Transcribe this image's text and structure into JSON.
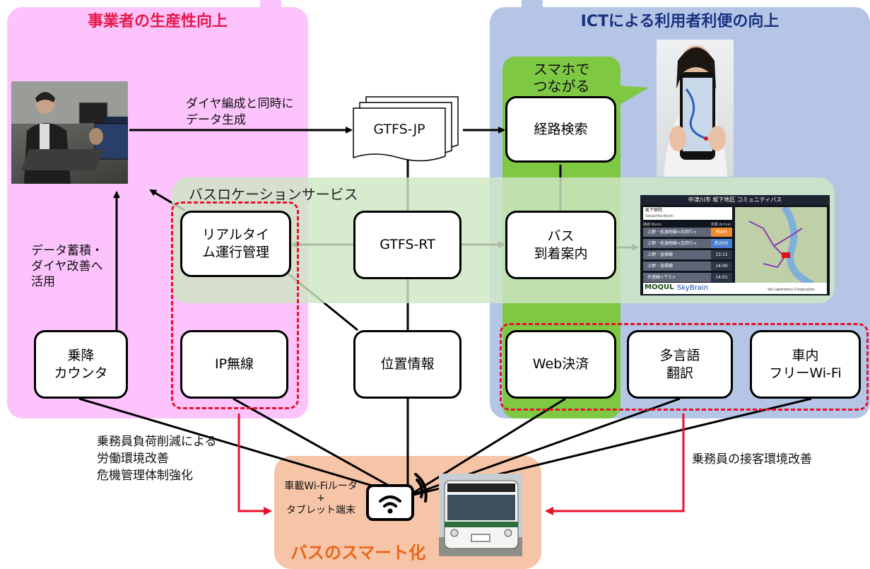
{
  "left_panel": {
    "title": "事業者の生産性向上"
  },
  "right_panel": {
    "title": "ICTによる利用者利便の向上"
  },
  "green_bubble": {
    "line1": "スマホで",
    "line2": "つながる"
  },
  "bus_location_band": {
    "label": "バスロケーションサービス"
  },
  "boxes": {
    "gtfs_jp": "GTFS-JP",
    "route_search": "経路検索",
    "realtime_ops_1": "リアルタイ",
    "realtime_ops_2": "ム運行管理",
    "gtfs_rt": "GTFS-RT",
    "bus_arrival_1": "バス",
    "bus_arrival_2": "到着案内",
    "boarding_counter_1": "乗降",
    "boarding_counter_2": "カウンタ",
    "ip_radio": "IP無線",
    "position_info": "位置情報",
    "web_payment": "Web決済",
    "multilang_1": "多言語",
    "multilang_2": "翻訳",
    "wifi_1": "車内",
    "wifi_2": "フリーWi-Fi"
  },
  "edge_labels": {
    "timetable_1": "ダイヤ編成と同時に",
    "timetable_2": "データ生成",
    "accumulate_1": "データ蓄積・",
    "accumulate_2": "ダイヤ改善へ",
    "accumulate_3": "活用",
    "workload_1": "乗務員負荷削減による",
    "workload_2": "労働環境改善",
    "workload_3": "危機管理体制強化",
    "hospitality": "乗務員の接客環境改善"
  },
  "smart_bus": {
    "title": "バスのスマート化",
    "router": "車載Wi-Fiルータ",
    "plus": "+",
    "tablet": "タブレット端末"
  },
  "signage": {
    "header": "中津川市 坂下地区 コミュニティバス",
    "stop_name": "坂下病院",
    "stop_romaji": "Sakashita-Byoin",
    "col_route": "路線 Route",
    "col_arrival": "到着 Arrival",
    "rows": [
      {
        "route": "上野・松源地線<右回り>",
        "time": "約4分"
      },
      {
        "route": "上野・松源地線<左回り>",
        "time": "約26分"
      },
      {
        "route": "上野・急帰線",
        "time": "13:11"
      },
      {
        "route": "上野・急帰線",
        "time": "14:00"
      },
      {
        "route": "外遊線<下り>",
        "time": "14:01"
      }
    ],
    "logo_moqul": "MOQUL",
    "logo_skybrain": "SkyBrain",
    "credit": "Val Laboratory Corporation"
  },
  "colors": {
    "left_panel": "#fdc3fd",
    "right_panel": "#b4c5e6",
    "green": "#7ec844",
    "band": "#cee6c4",
    "smart_bg": "#f6c5a8",
    "red_dash": "#e8102a",
    "title_red": "#e8174a",
    "title_navy": "#1a3180",
    "smart_orange": "#e8671b"
  }
}
